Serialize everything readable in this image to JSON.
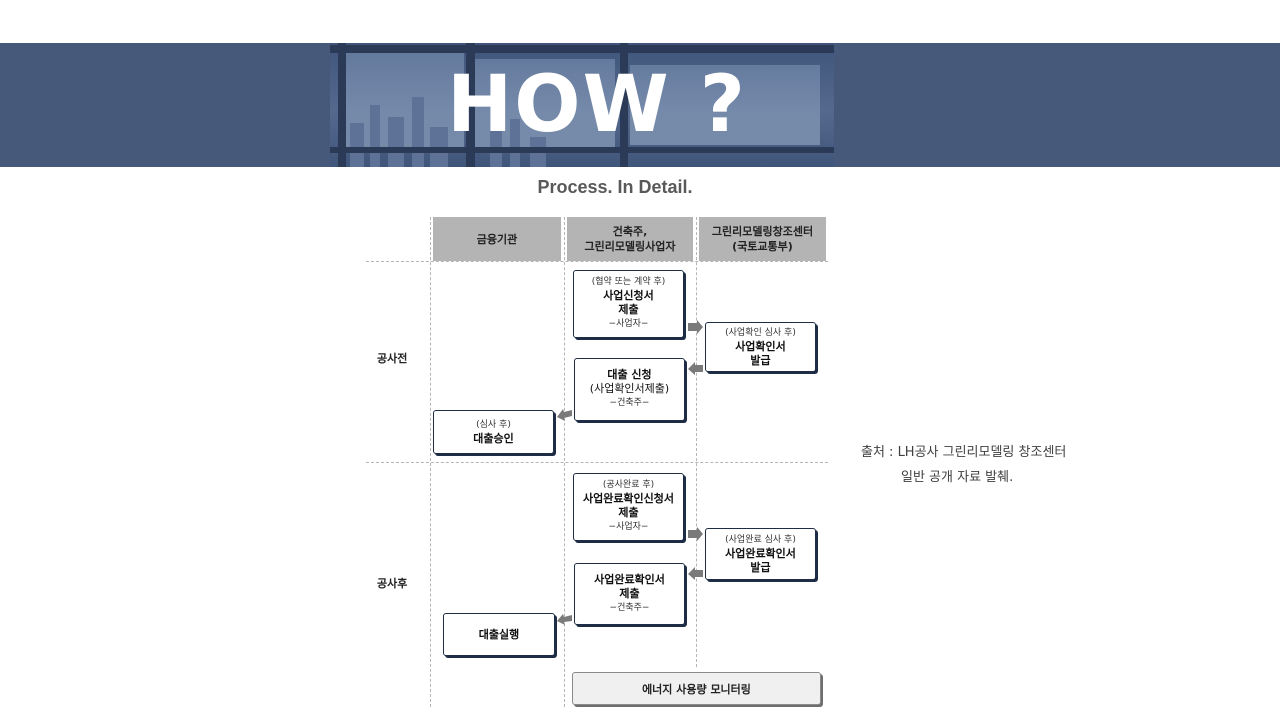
{
  "banner": {
    "title": "HOW ?"
  },
  "subtitle": "Process. In Detail.",
  "diagram": {
    "columns": [
      {
        "label": "금융기관"
      },
      {
        "line1": "건축주,",
        "line2": "그린리모델링사업자"
      },
      {
        "line1": "그린리모델링창조센터",
        "line2": "(국토교통부)"
      }
    ],
    "rows": {
      "before": "공사전",
      "after": "공사후"
    },
    "boxes": {
      "apply": {
        "note": "(협약 또는 계약 후)",
        "main1": "사업신청서",
        "main2": "제출",
        "role": "−사업자−"
      },
      "confirm_issue": {
        "note": "(사업확인 심사 후)",
        "main1": "사업확인서",
        "main2": "발급"
      },
      "loan_apply": {
        "main": "대출 신청",
        "sub": "(사업확인서제출)",
        "role": "−건축주−"
      },
      "loan_approve": {
        "note": "(심사 후)",
        "main": "대출승인"
      },
      "complete_apply": {
        "note": "(공사완료 후)",
        "main1": "사업완료확인신청서",
        "main2": "제출",
        "role": "−사업자−"
      },
      "complete_issue": {
        "note": "(사업완료 심사 후)",
        "main1": "사업완료확인서",
        "main2": "발급"
      },
      "complete_submit": {
        "main1": "사업완료확인서",
        "main2": "제출",
        "role": "−건축주−"
      },
      "loan_execute": {
        "main": "대출실행"
      }
    },
    "monitor": "에너지 사용량 모니터링"
  },
  "source": {
    "line1": "출처 : LH공사 그린리모델링 창조센터",
    "line2": "일반 공개 자료 발췌."
  },
  "colors": {
    "banner": "#46597a",
    "box_border": "#1e2d45",
    "header_fill": "#b4b4b4"
  }
}
